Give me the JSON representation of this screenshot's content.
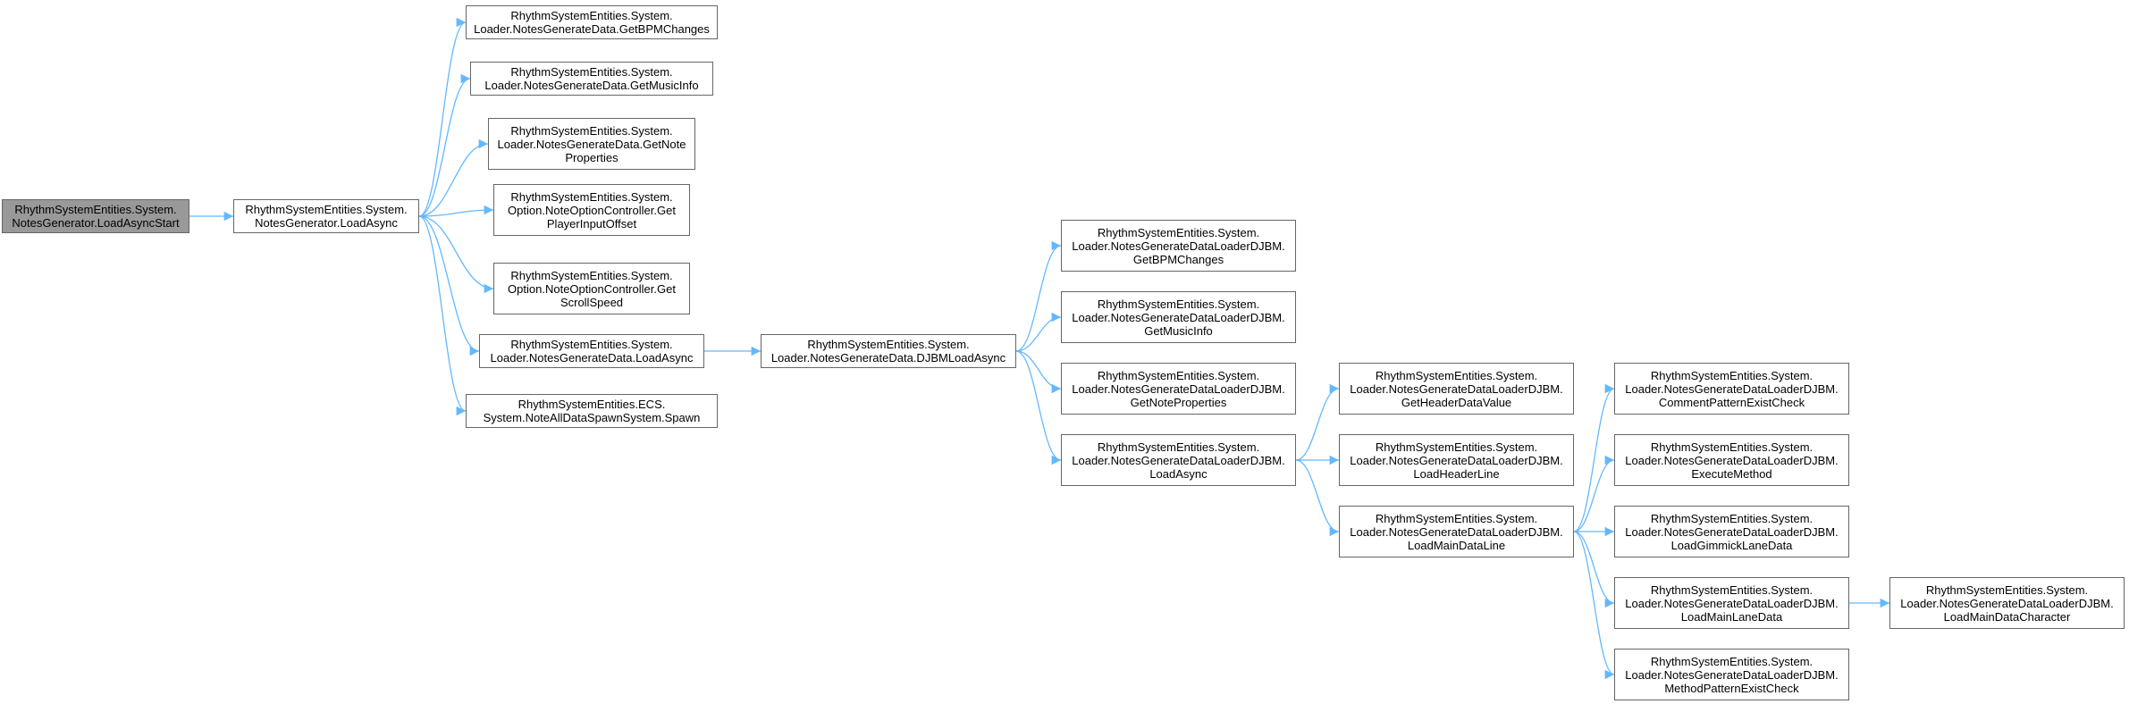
{
  "diagram": {
    "type": "call-graph",
    "edge_color": "#63b8ff",
    "root_fill": "#999999",
    "nodes": [
      {
        "id": "n0",
        "root": true,
        "lines": [
          "RhythmSystemEntities.System.",
          "NotesGenerator.LoadAsyncStart"
        ]
      },
      {
        "id": "n1",
        "lines": [
          "RhythmSystemEntities.System.",
          "NotesGenerator.LoadAsync"
        ]
      },
      {
        "id": "n2",
        "lines": [
          "RhythmSystemEntities.System.",
          "Loader.NotesGenerateData.GetBPMChanges"
        ]
      },
      {
        "id": "n3",
        "lines": [
          "RhythmSystemEntities.System.",
          "Loader.NotesGenerateData.GetMusicInfo"
        ]
      },
      {
        "id": "n4",
        "lines": [
          "RhythmSystemEntities.System.",
          "Loader.NotesGenerateData.GetNote",
          "Properties"
        ]
      },
      {
        "id": "n5",
        "lines": [
          "RhythmSystemEntities.System.",
          "Option.NoteOptionController.Get",
          "PlayerInputOffset"
        ]
      },
      {
        "id": "n6",
        "lines": [
          "RhythmSystemEntities.System.",
          "Option.NoteOptionController.Get",
          "ScrollSpeed"
        ]
      },
      {
        "id": "n7",
        "lines": [
          "RhythmSystemEntities.System.",
          "Loader.NotesGenerateData.LoadAsync"
        ]
      },
      {
        "id": "n8",
        "lines": [
          "RhythmSystemEntities.ECS.",
          "System.NoteAllDataSpawnSystem.Spawn"
        ]
      },
      {
        "id": "n9",
        "lines": [
          "RhythmSystemEntities.System.",
          "Loader.NotesGenerateData.DJBMLoadAsync"
        ]
      },
      {
        "id": "n10",
        "lines": [
          "RhythmSystemEntities.System.",
          "Loader.NotesGenerateDataLoaderDJBM.",
          "GetBPMChanges"
        ]
      },
      {
        "id": "n11",
        "lines": [
          "RhythmSystemEntities.System.",
          "Loader.NotesGenerateDataLoaderDJBM.",
          "GetMusicInfo"
        ]
      },
      {
        "id": "n12",
        "lines": [
          "RhythmSystemEntities.System.",
          "Loader.NotesGenerateDataLoaderDJBM.",
          "GetNoteProperties"
        ]
      },
      {
        "id": "n13",
        "lines": [
          "RhythmSystemEntities.System.",
          "Loader.NotesGenerateDataLoaderDJBM.",
          "LoadAsync"
        ]
      },
      {
        "id": "n14",
        "lines": [
          "RhythmSystemEntities.System.",
          "Loader.NotesGenerateDataLoaderDJBM.",
          "GetHeaderDataValue"
        ]
      },
      {
        "id": "n15",
        "lines": [
          "RhythmSystemEntities.System.",
          "Loader.NotesGenerateDataLoaderDJBM.",
          "LoadHeaderLine"
        ]
      },
      {
        "id": "n16",
        "lines": [
          "RhythmSystemEntities.System.",
          "Loader.NotesGenerateDataLoaderDJBM.",
          "LoadMainDataLine"
        ]
      },
      {
        "id": "n17",
        "lines": [
          "RhythmSystemEntities.System.",
          "Loader.NotesGenerateDataLoaderDJBM.",
          "CommentPatternExistCheck"
        ]
      },
      {
        "id": "n18",
        "lines": [
          "RhythmSystemEntities.System.",
          "Loader.NotesGenerateDataLoaderDJBM.",
          "ExecuteMethod"
        ]
      },
      {
        "id": "n19",
        "lines": [
          "RhythmSystemEntities.System.",
          "Loader.NotesGenerateDataLoaderDJBM.",
          "LoadGimmickLaneData"
        ]
      },
      {
        "id": "n20",
        "lines": [
          "RhythmSystemEntities.System.",
          "Loader.NotesGenerateDataLoaderDJBM.",
          "LoadMainLaneData"
        ]
      },
      {
        "id": "n21",
        "lines": [
          "RhythmSystemEntities.System.",
          "Loader.NotesGenerateDataLoaderDJBM.",
          "MethodPatternExistCheck"
        ]
      },
      {
        "id": "n22",
        "lines": [
          "RhythmSystemEntities.System.",
          "Loader.NotesGenerateDataLoaderDJBM.",
          "LoadMainDataCharacter"
        ]
      }
    ],
    "edges": [
      [
        "n0",
        "n1"
      ],
      [
        "n1",
        "n2"
      ],
      [
        "n1",
        "n3"
      ],
      [
        "n1",
        "n4"
      ],
      [
        "n1",
        "n5"
      ],
      [
        "n1",
        "n6"
      ],
      [
        "n1",
        "n7"
      ],
      [
        "n1",
        "n8"
      ],
      [
        "n7",
        "n9"
      ],
      [
        "n9",
        "n10"
      ],
      [
        "n9",
        "n11"
      ],
      [
        "n9",
        "n12"
      ],
      [
        "n9",
        "n13"
      ],
      [
        "n13",
        "n14"
      ],
      [
        "n13",
        "n15"
      ],
      [
        "n13",
        "n16"
      ],
      [
        "n16",
        "n17"
      ],
      [
        "n16",
        "n18"
      ],
      [
        "n16",
        "n19"
      ],
      [
        "n16",
        "n20"
      ],
      [
        "n16",
        "n21"
      ],
      [
        "n20",
        "n22"
      ]
    ]
  }
}
